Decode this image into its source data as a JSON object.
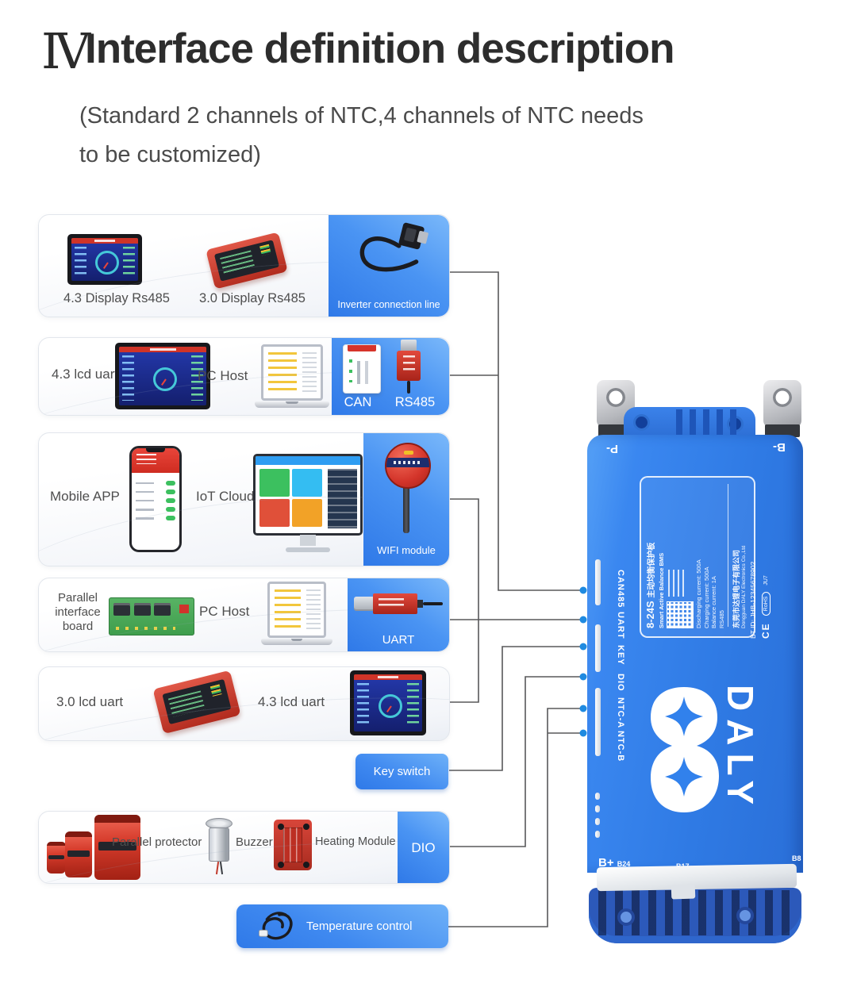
{
  "header": {
    "section_number": "Ⅳ",
    "title": "Interface definition description",
    "subtitle_line1": "(Standard 2 channels of NTC,4 channels of NTC needs",
    "subtitle_line2": "to be customized)"
  },
  "row1": {
    "label1": "4.3 Display Rs485",
    "label2": "3.0 Display Rs485",
    "port": "Inverter connection line"
  },
  "row2": {
    "label1": "4.3 lcd uart",
    "label2": "PC Host",
    "port1": "CAN",
    "port2": "RS485"
  },
  "row3": {
    "label1": "Mobile APP",
    "label2": "IoT Cloud",
    "port": "WIFI module"
  },
  "row4": {
    "label1_l1": "Parallel",
    "label1_l2": "interface",
    "label1_l3": "board",
    "label2": "PC Host",
    "port": "UART"
  },
  "row5": {
    "label1": "3.0 lcd uart",
    "label2": "4.3 lcd uart"
  },
  "key_switch": {
    "label": "Key switch"
  },
  "row6": {
    "label1": "Parallel protector",
    "label2": "Buzzer",
    "label3": "Heating Module",
    "port": "DIO"
  },
  "temperature": {
    "label": "Temperature control"
  },
  "bms": {
    "terminal_left": "P-",
    "terminal_right": "B-",
    "ports": [
      "CAN485",
      "UART",
      "KEY",
      "DIO",
      "NTC-A",
      "NTC-B"
    ],
    "label": {
      "model": "8-24S",
      "model_cn": "主动均衡保护板",
      "model_en": "Smart Active Balance BMS",
      "spec1": "Discharging current: 500A",
      "spec2": "Charging current: 500A",
      "spec3": "Balance current: 1A",
      "spec4": "RS485",
      "company_cn": "东莞市达锂电子有限公司",
      "company_en": "Dongguan DALY Electronics Co.,Ltd",
      "bt_id": "BT ID: JHB-12345678902",
      "ce": "CE",
      "rohs": "RoHS",
      "rev": "JU7"
    },
    "brand": "DALY",
    "bottom": {
      "left_main": "B+",
      "left_sub": "B24",
      "mid": "B17",
      "right": "B8"
    }
  },
  "colors": {
    "accent_blue": "#3f89f0",
    "wire": "#58585a",
    "dot": "#1f8ae0",
    "bms_blue": "#2f7ae4"
  }
}
